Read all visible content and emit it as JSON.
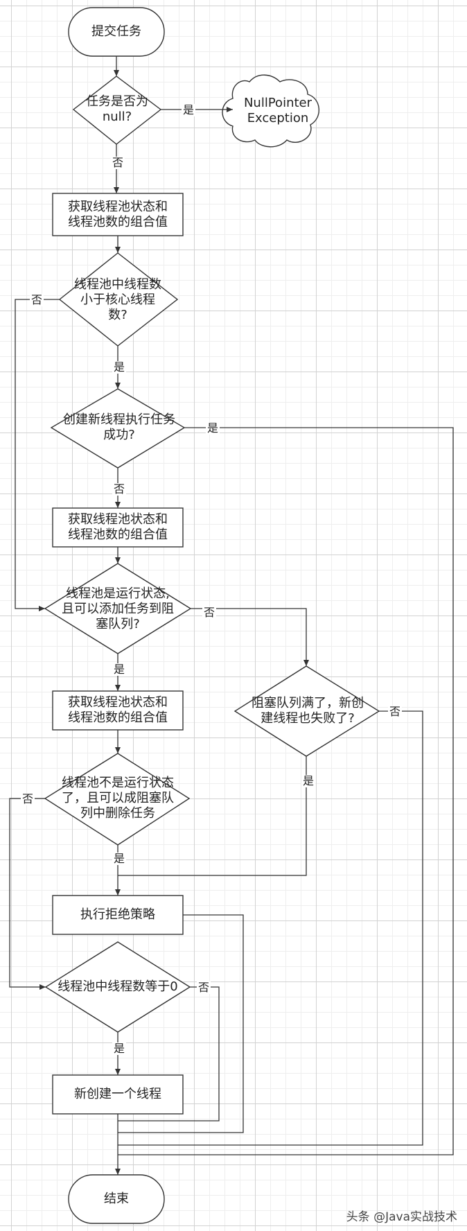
{
  "nodes": {
    "submit": "提交任务",
    "task_null": "任务是否为\nnull?",
    "npe": "NullPointer\nException",
    "get_state_1": "获取线程池状态和\n线程池数的组合值",
    "lt_core": "线程池中线程数\n小于核心线程\n数?",
    "create_worker": "创建新线程执行任务\n成功?",
    "get_state_2": "获取线程池状态和\n线程池数的组合值",
    "running_offer": "线程池是运行状态,\n且可以添加任务到阻\n塞队列?",
    "queue_full": "阻塞队列满了，新创\n建线程也失败了?",
    "get_state_3": "获取线程池状态和\n线程池数的组合值",
    "not_running_remove": "线程池不是运行状态\n了，且可以成阻塞队\n列中删除任务",
    "reject": "执行拒绝策略",
    "count_zero": "线程池中线程数等于0",
    "new_thread": "新创建一个线程",
    "end": "结束"
  },
  "edge_labels": {
    "null_yes": "是",
    "null_no": "否",
    "core_no": "否",
    "core_yes": "是",
    "create_yes": "是",
    "create_no": "否",
    "offer_no": "否",
    "offer_yes": "是",
    "full_no": "否",
    "full_yes": "是",
    "remove_no": "否",
    "remove_yes": "是",
    "zero_no": "否",
    "zero_yes": "是"
  },
  "watermark": "头条 @Java实战技术",
  "colors": {
    "stroke": "#333333",
    "fill": "#ffffff",
    "grid": "#d2d2d2"
  }
}
